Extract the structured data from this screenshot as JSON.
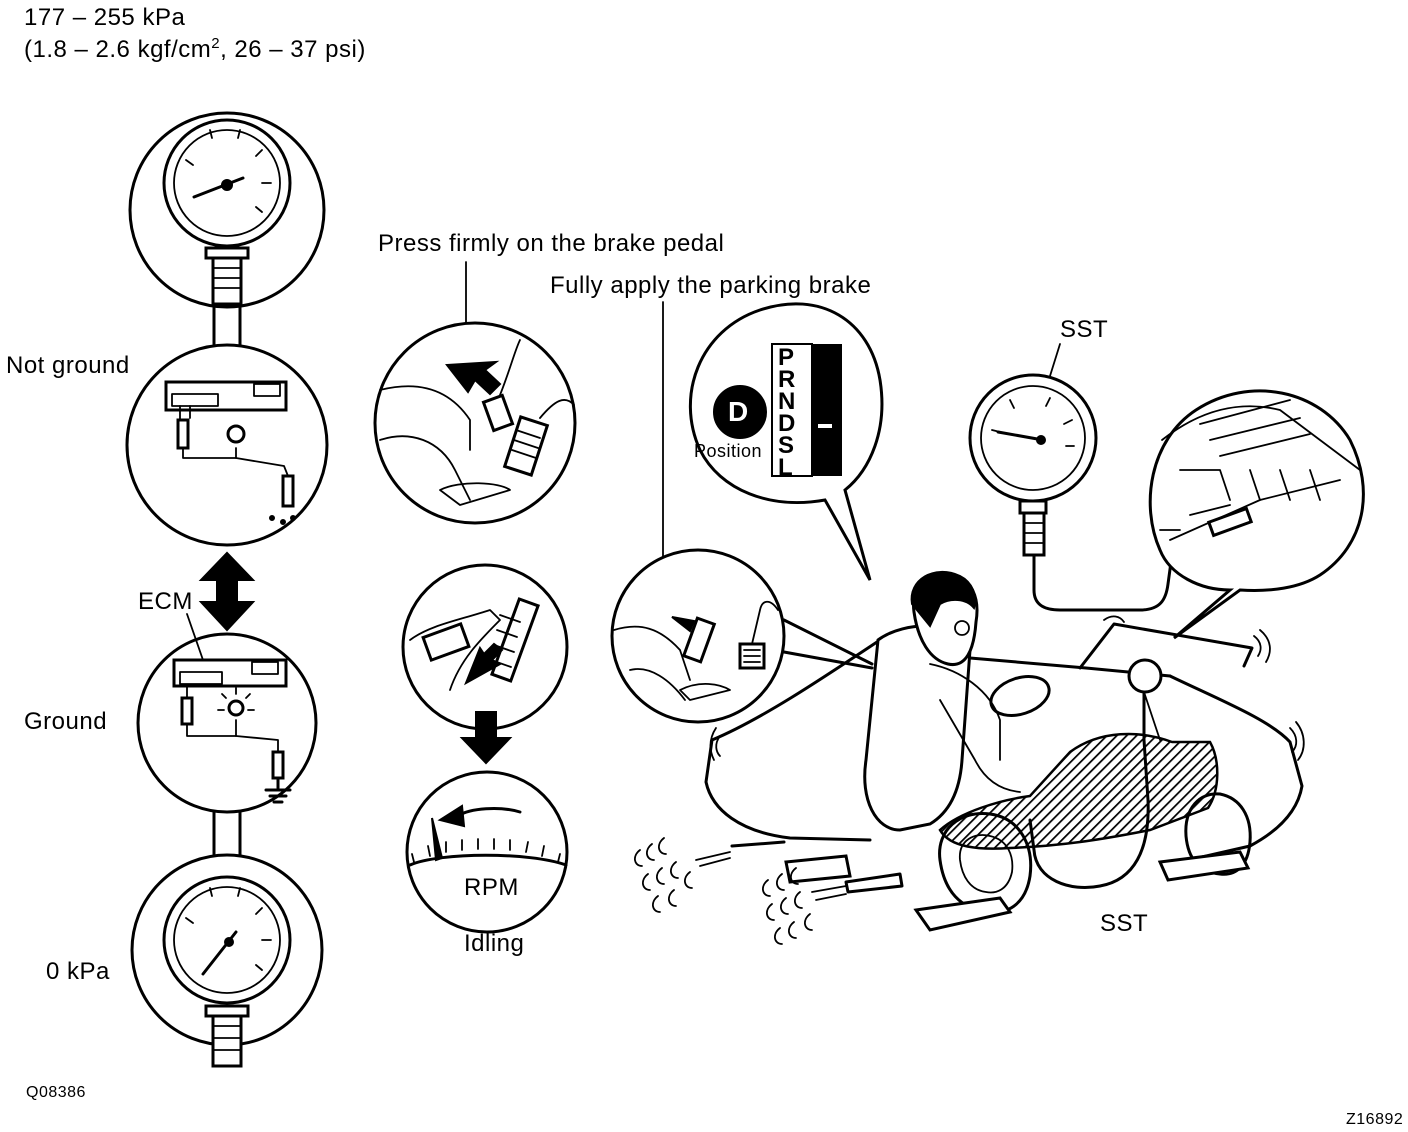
{
  "spec": {
    "pressure_kpa": "177 – 255 kPa",
    "pressure_alt_prefix": "(1.8 – 2.6 kgf/cm",
    "pressure_alt_sup": "2",
    "pressure_alt_suffix": ", 26 – 37 psi)"
  },
  "left_panel": {
    "not_ground": "Not ground",
    "ecm": "ECM",
    "ground": "Ground",
    "zero_kpa": "0  kPa"
  },
  "middle_panel": {
    "brake_pedal": "Press firmly on the brake pedal",
    "rpm": "RPM",
    "idling": "Idling"
  },
  "right_panel": {
    "parking_brake": "Fully apply the parking brake",
    "gear_letter": "D",
    "position": "Position",
    "shift_letters": [
      "P",
      "R",
      "N",
      "D",
      "S",
      "L"
    ],
    "sst_top": "SST",
    "sst_bottom": "SST"
  },
  "codes": {
    "left": "Q08386",
    "right": "Z16892"
  }
}
